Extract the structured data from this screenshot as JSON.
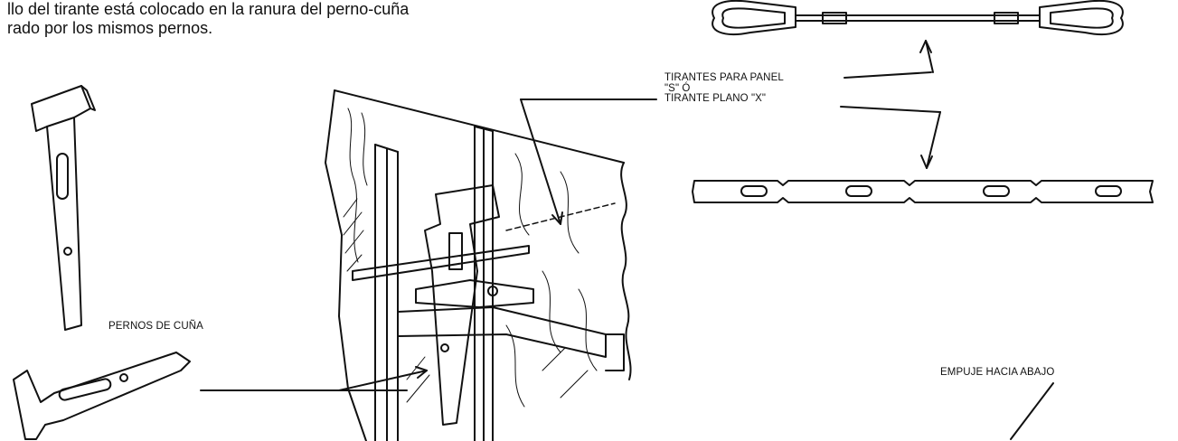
{
  "intro_text": {
    "line1": "llo del tirante está colocado en la ranura del perno-cuña",
    "line2": "rado por los mismos pernos."
  },
  "labels": {
    "wedge_bolts": "PERNOS DE CUÑA",
    "ties_line1": "TIRANTES PARA PANEL",
    "ties_line2": "\"S\" Ó",
    "ties_line3": "TIRANTE PLANO \"X\"",
    "push_down": "EMPUJE HACIA ABAJO"
  },
  "colors": {
    "ink": "#111111",
    "paper": "#ffffff"
  }
}
